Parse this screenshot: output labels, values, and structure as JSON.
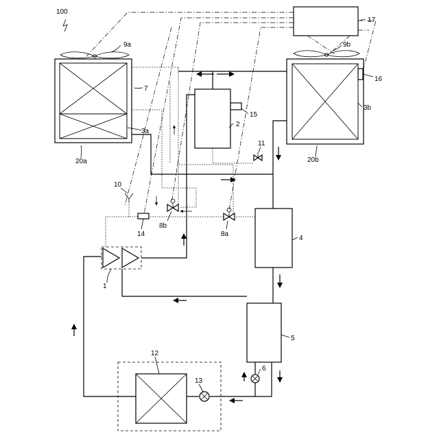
{
  "labels": {
    "system": "100",
    "fan_a": "9a",
    "fan_b": "9b",
    "controller": "17",
    "hx_a_upper": "7",
    "hx_a_lower": "3a",
    "hx_a_unit": "20a",
    "hx_b": "3b",
    "hx_b_unit": "20b",
    "sensor_hx_b": "16",
    "accumulator": "2",
    "sensor_accumulator": "15",
    "valve_11": "11",
    "valve_10": "10",
    "sensor_14": "14",
    "valve_8b": "8b",
    "valve_8a": "8a",
    "compressor": "1",
    "receiver_4": "4",
    "heat_exchanger_5": "5",
    "valve_6": "6",
    "load_unit": "12",
    "expansion_valve_13": "13"
  }
}
